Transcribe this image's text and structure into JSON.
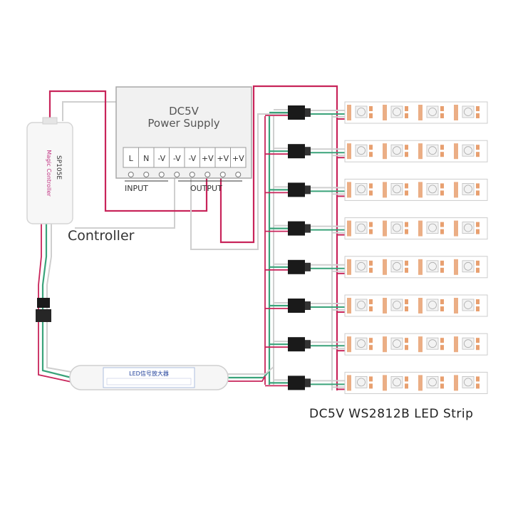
{
  "power_supply": {
    "line1": "DC5V",
    "line2": "Power Supply",
    "terminals": [
      "L",
      "N",
      "-V",
      "-V",
      "-V",
      "+V",
      "+V",
      "+V"
    ],
    "input_label": "INPUT",
    "output_label": "OUTPUT"
  },
  "controller": {
    "label": "Controller",
    "model": "SP105E",
    "brand": "Magic Controller"
  },
  "amplifier": {
    "text": "LED信号放大器"
  },
  "strip": {
    "label": "DC5V WS2812B LED Strip",
    "count": 8
  },
  "colors": {
    "positive_wire": "#c8245a",
    "data_wire": "#3aa37a",
    "ground_wire": "#bfbfbf",
    "strip_copper": "#e8a070",
    "connector": "#1a1a1a"
  }
}
